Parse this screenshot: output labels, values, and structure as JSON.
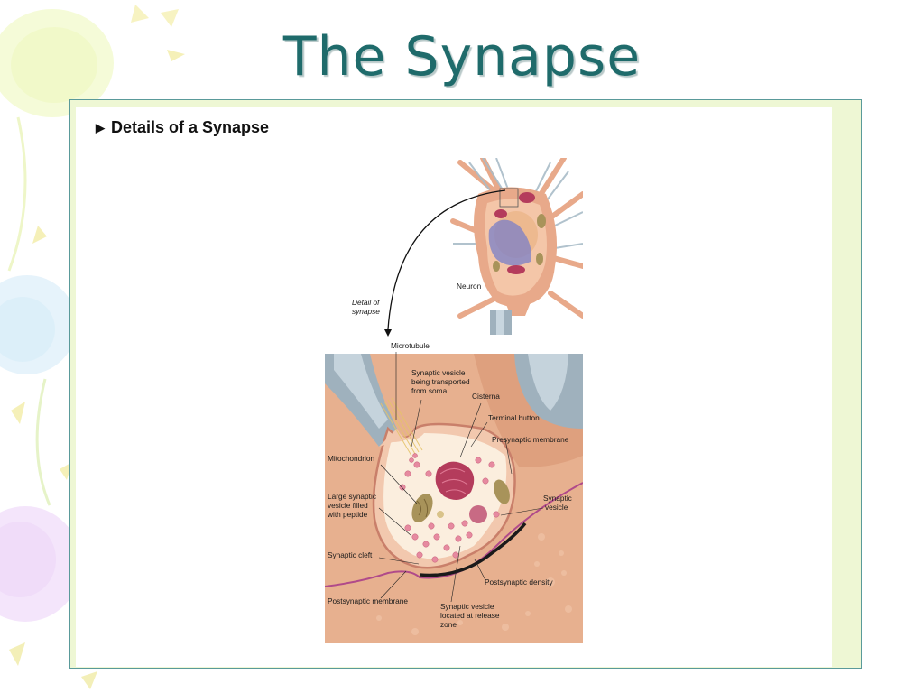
{
  "slide": {
    "title": "The Synapse"
  },
  "figure": {
    "heading": "Details of a Synapse",
    "labels": {
      "neuron": "Neuron",
      "detail_of": "Detail of",
      "synapse": "synapse",
      "microtubule": "Microtubule",
      "vesicle_transport_1": "Synaptic vesicle",
      "vesicle_transport_2": "being transported",
      "vesicle_transport_3": "from soma",
      "cisterna": "Cisterna",
      "terminal_button": "Terminal button",
      "presynaptic_membrane": "Presynaptic membrane",
      "mitochondrion": "Mitochondrion",
      "large_vesicle_1": "Large synaptic",
      "large_vesicle_2": "vesicle filled",
      "large_vesicle_3": "with peptide",
      "synaptic_vesicle_1": "Synaptic",
      "synaptic_vesicle_2": "vesicle",
      "synaptic_cleft": "Synaptic cleft",
      "postsynaptic_density": "Postsynaptic density",
      "postsynaptic_membrane": "Postsynaptic membrane",
      "release_1": "Synaptic vesicle",
      "release_2": "located at release",
      "release_3": "zone"
    }
  },
  "colors": {
    "title": "#1f6b6b",
    "frame_fill": "#eef7d4",
    "frame_border": "#5a9a9a",
    "axon_gray": "#9fb1bd",
    "terminal_fill": "#fbeede",
    "cytoplasm": "#e8a98a",
    "vesicle": "#e68aa0",
    "cisterna": "#b43c5c",
    "mitochondrion": "#a8935a",
    "nucleus": "#7a7fc8",
    "postsynaptic": "#e7b08f"
  }
}
